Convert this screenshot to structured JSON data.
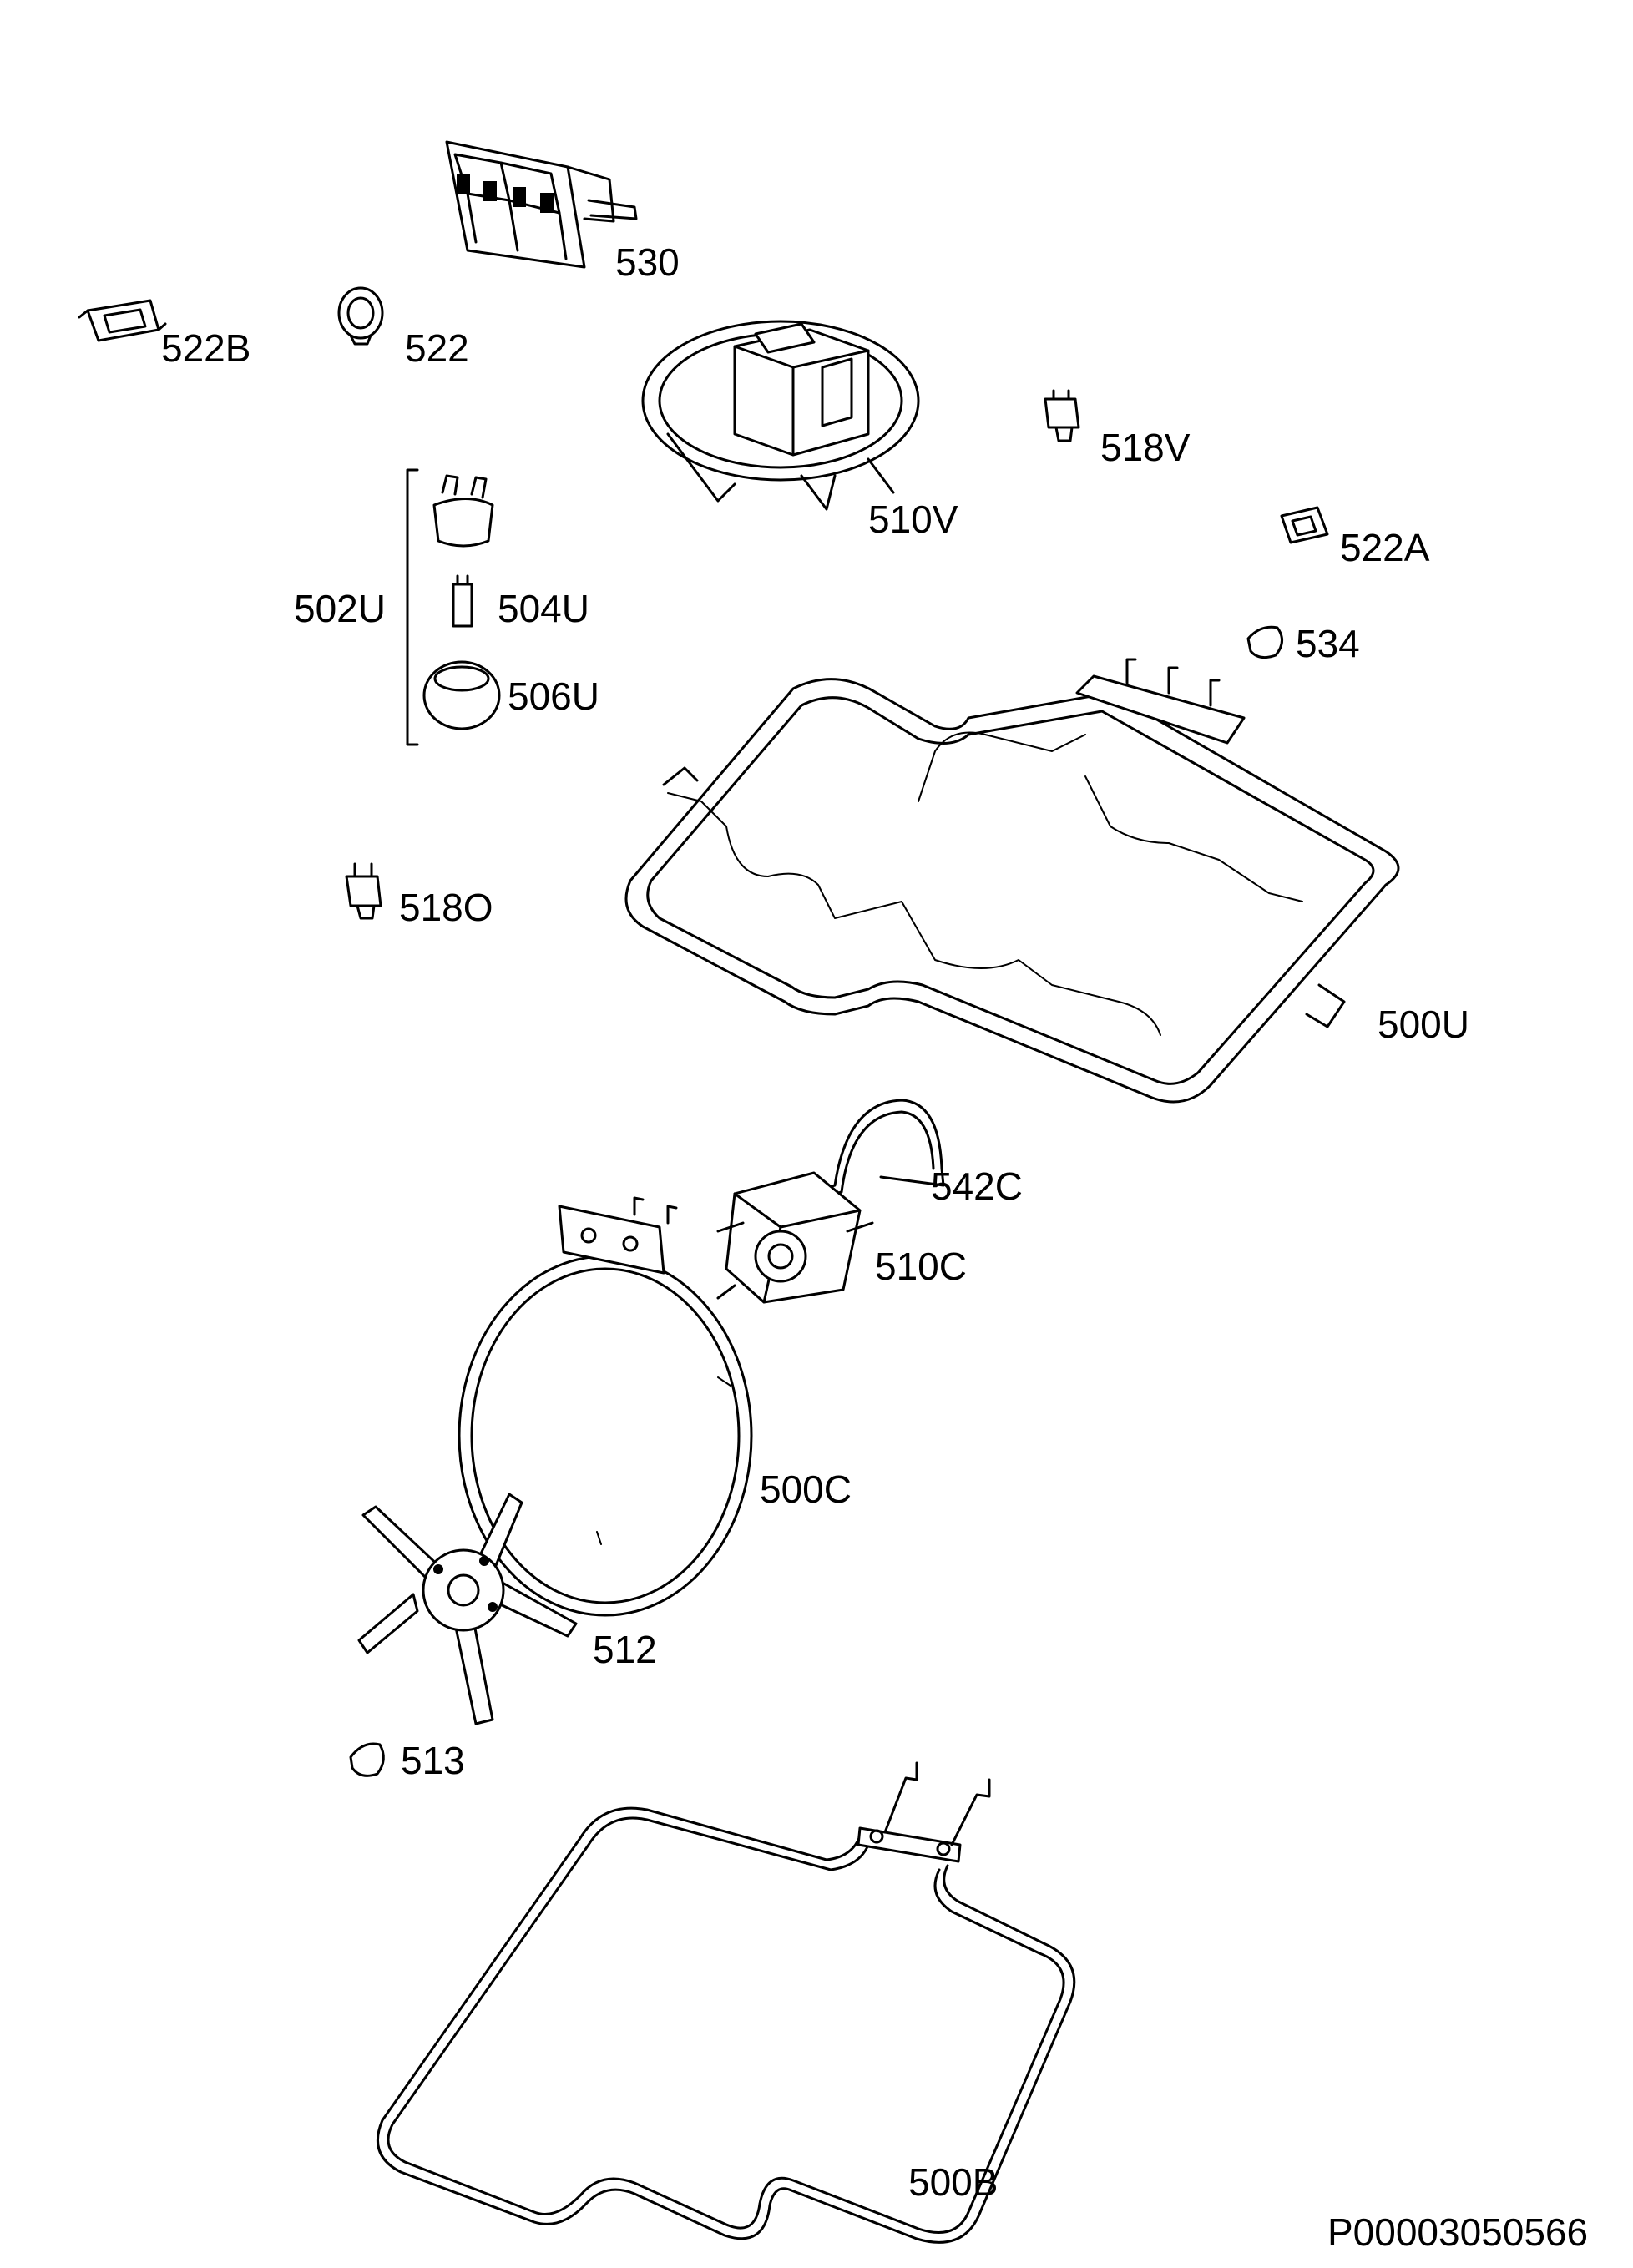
{
  "document_id": "P00003050566",
  "parts": [
    {
      "id": "p530",
      "label": "530"
    },
    {
      "id": "p522B",
      "label": "522B"
    },
    {
      "id": "p522",
      "label": "522"
    },
    {
      "id": "p510V",
      "label": "510V"
    },
    {
      "id": "p518V",
      "label": "518V"
    },
    {
      "id": "p522A",
      "label": "522A"
    },
    {
      "id": "p502U",
      "label": "502U"
    },
    {
      "id": "p504U",
      "label": "504U"
    },
    {
      "id": "p506U",
      "label": "506U"
    },
    {
      "id": "p534",
      "label": "534"
    },
    {
      "id": "p518O",
      "label": "518O"
    },
    {
      "id": "p500U",
      "label": "500U"
    },
    {
      "id": "p542C",
      "label": "542C"
    },
    {
      "id": "p510C",
      "label": "510C"
    },
    {
      "id": "p500C",
      "label": "500C"
    },
    {
      "id": "p512",
      "label": "512"
    },
    {
      "id": "p513",
      "label": "513"
    },
    {
      "id": "p500B",
      "label": "500B"
    }
  ]
}
